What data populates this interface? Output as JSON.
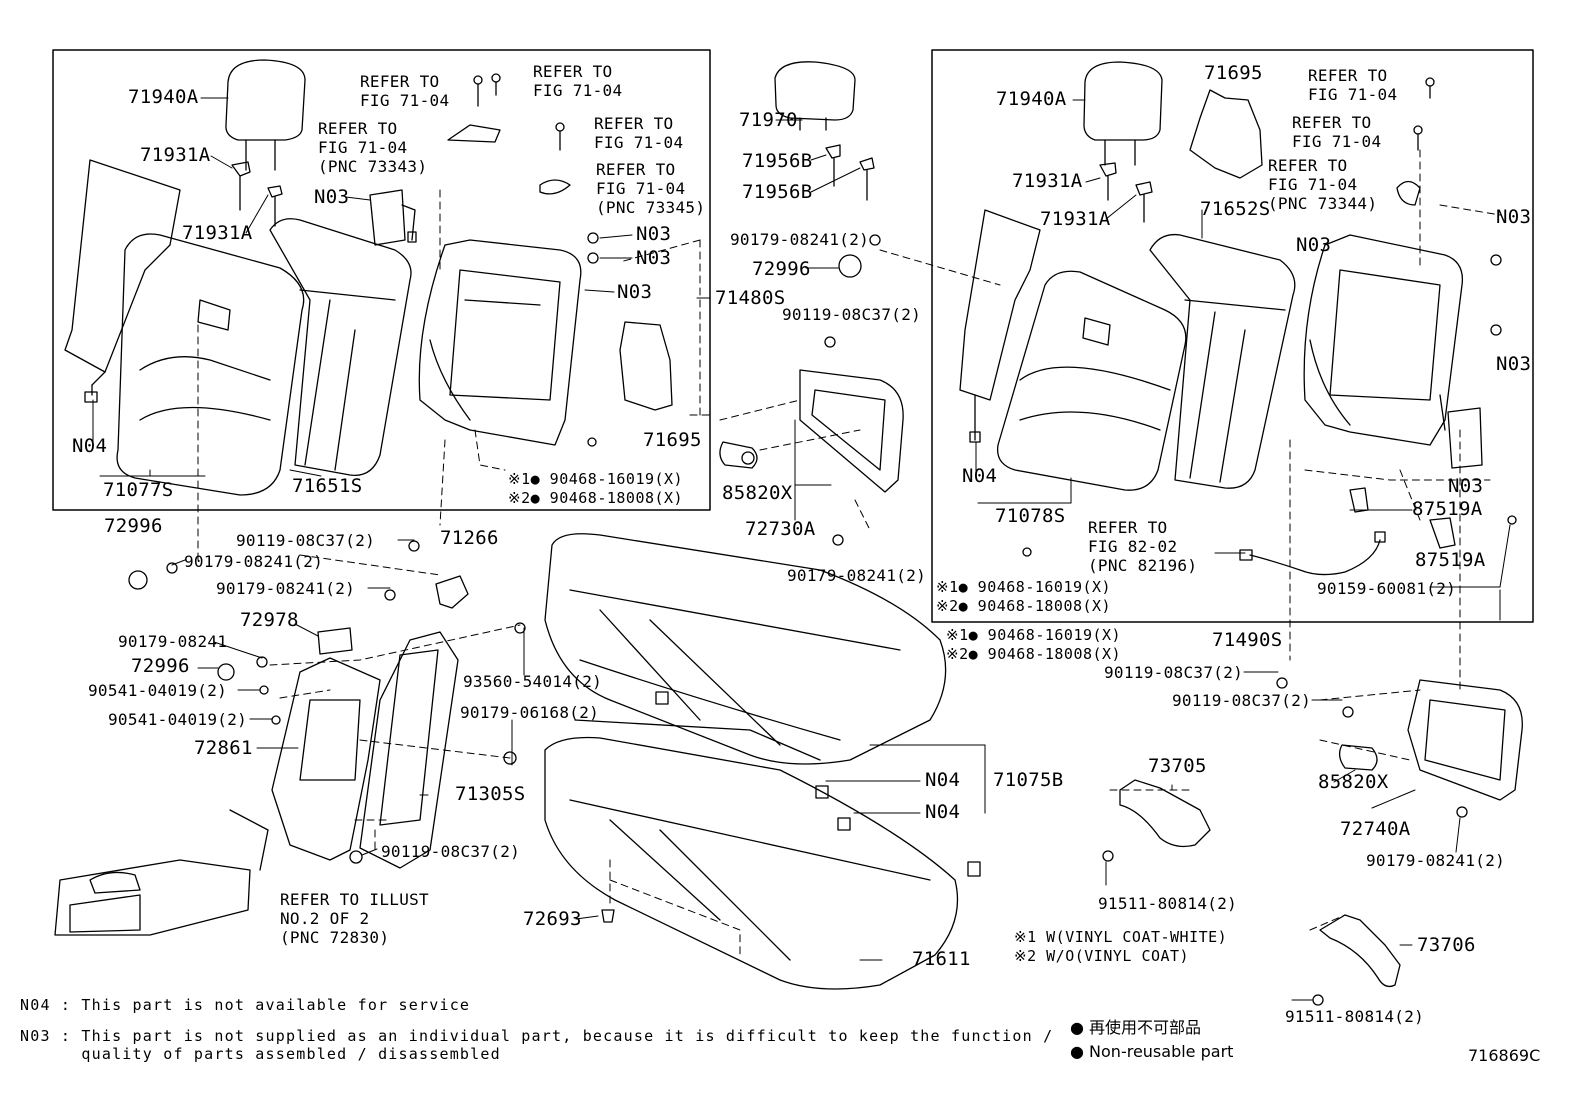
{
  "labels": {
    "l_71940A_a": "71940A",
    "l_71931A_a": "71931A",
    "l_71931A_b": "71931A",
    "l_N04_a": "N04",
    "l_71077S": "71077S",
    "l_71651S": "71651S",
    "l_N03_a": "N03",
    "l_N03_b": "N03",
    "l_N03_c": "N03",
    "l_N03_d": "N03",
    "l_71695_a": "71695",
    "l_71480S": "71480S",
    "l_71970": "71970",
    "l_71956B_a": "71956B",
    "l_71956B_b": "71956B",
    "l_72996_a": "72996",
    "l_90179_08241_2_a": "90179-08241(2)",
    "l_90119_08C37_2_a": "90119-08C37(2)",
    "l_85820X_a": "85820X",
    "l_72730A": "72730A",
    "l_90179_08241_2_b": "90179-08241(2)",
    "l_71940A_b": "71940A",
    "l_71695_b": "71695",
    "l_71931A_c": "71931A",
    "l_71931A_d": "71931A",
    "l_71652S": "71652S",
    "l_N03_e": "N03",
    "l_N03_f": "N03",
    "l_N03_g": "N03",
    "l_N03_h": "N03",
    "l_N04_b": "N04",
    "l_71078S": "71078S",
    "l_87519A_a": "87519A",
    "l_87519A_b": "87519A",
    "l_90159_60081_2": "90159-60081(2)",
    "l_71490S": "71490S",
    "l_72996_b": "72996",
    "l_90179_08241_2_c": "90179-08241(2)",
    "l_90119_08C37_2_b": "90119-08C37(2)",
    "l_71266": "71266",
    "l_90179_08241_2_d": "90179-08241(2)",
    "l_72978": "72978",
    "l_90179_08241": "90179-08241",
    "l_72996_c": "72996",
    "l_90541_04019_2_a": "90541-04019(2)",
    "l_90541_04019_2_b": "90541-04019(2)",
    "l_72861": "72861",
    "l_93560_54014_2": "93560-54014(2)",
    "l_90179_06168_2": "90179-06168(2)",
    "l_71305S": "71305S",
    "l_90119_08C37_2_c": "90119-08C37(2)",
    "l_72693": "72693",
    "l_71611": "71611",
    "l_N04_c": "N04",
    "l_N04_d": "N04",
    "l_71075B": "71075B",
    "l_73705": "73705",
    "l_91511_80814_2_a": "91511-80814(2)",
    "l_73706": "73706",
    "l_91511_80814_2_b": "91511-80814(2)",
    "l_90119_08C37_2_d": "90119-08C37(2)",
    "l_90119_08C37_2_e": "90119-08C37(2)",
    "l_85820X_b": "85820X",
    "l_72740A": "72740A",
    "l_90179_08241_2_e": "90179-08241(2)"
  },
  "refs": {
    "r1": "REFER TO\nFIG 71-04",
    "r2": "REFER TO\nFIG 71-04",
    "r3": "REFER TO\nFIG 71-04\n(PNC 73343)",
    "r4": "REFER TO\nFIG 71-04",
    "r5": "REFER TO\nFIG 71-04\n(PNC 73345)",
    "r6": "REFER TO\nFIG 71-04",
    "r7": "REFER TO\nFIG 71-04",
    "r8": "REFER TO\nFIG 71-04\n(PNC 73344)",
    "r9": "REFER TO\nFIG 82-02\n(PNC 82196)",
    "r10": "REFER TO ILLUST\nNO.2 OF 2\n(PNC 72830)"
  },
  "marks": {
    "m1": "※1● 90468-16019(X)\n※2● 90468-18008(X)",
    "m2": "※1● 90468-16019(X)\n※2● 90468-18008(X)",
    "m3": "※1● 90468-16019(X)\n※2● 90468-18008(X)",
    "m4": "※1 W(VINYL COAT-WHITE)\n※2 W/O(VINYL COAT)"
  },
  "notes": {
    "n04": "N04 : This part is not available for service",
    "n03": "N03 : This part is not supplied as an individual part, because it is difficult to keep the function /\n      quality of parts assembled / disassembled"
  },
  "legend": {
    "reuse_jp": "● 再使用不可部品",
    "reuse_en": "● Non-reusable part"
  },
  "figure_code": "716869C"
}
